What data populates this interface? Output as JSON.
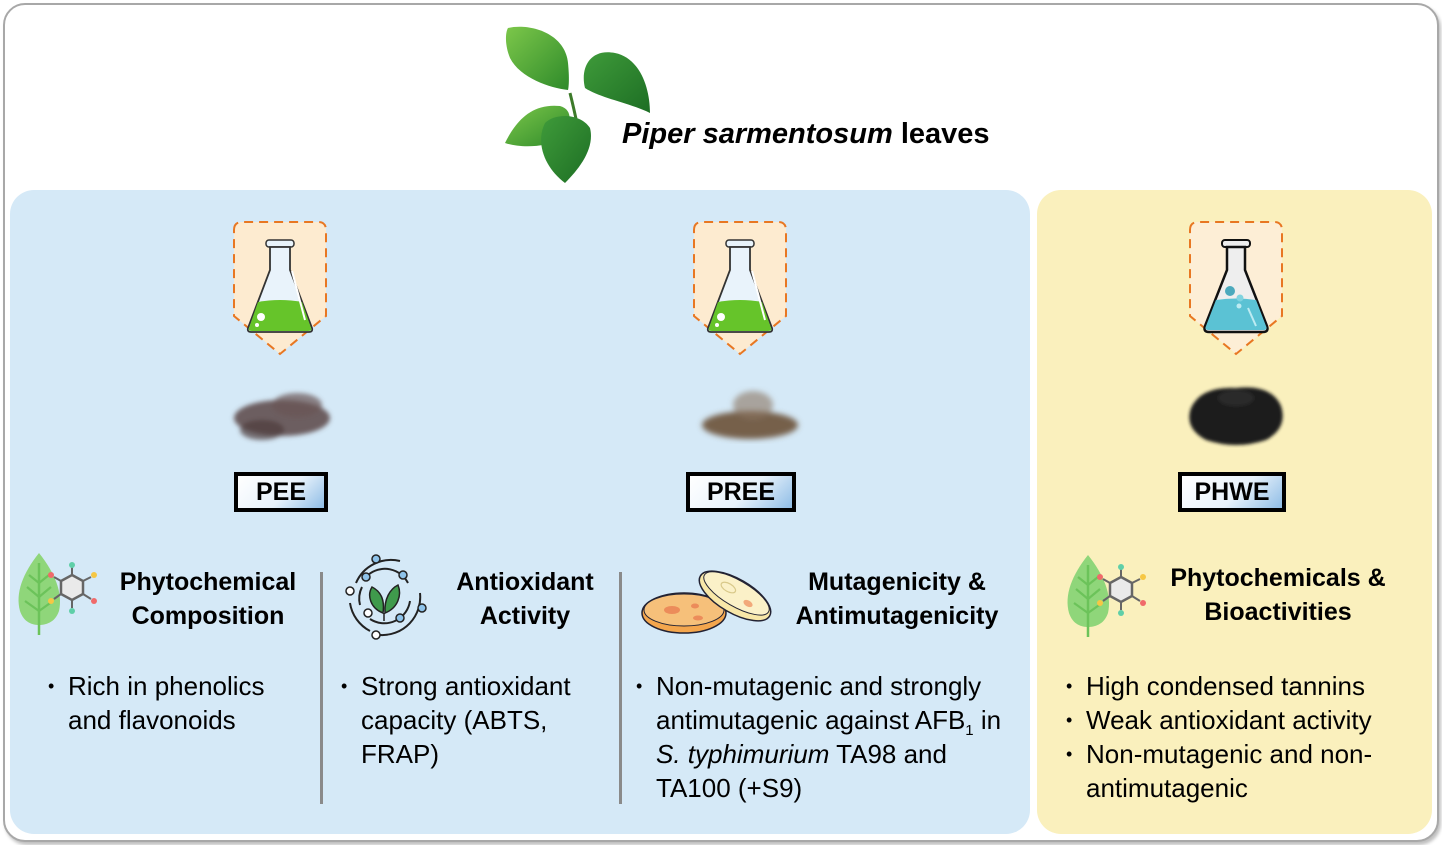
{
  "header": {
    "title_italic": "Piper sarmentosum",
    "title_rest": " leaves",
    "image": "piper-sarmentosum-leaves-photo"
  },
  "extracts": [
    {
      "label": "PEE",
      "liquid_color": "#66c42a",
      "powder_color": "#5a4646"
    },
    {
      "label": "PREE",
      "liquid_color": "#66c42a",
      "powder_color": "#6b5238"
    },
    {
      "label": "PHWE",
      "liquid_color": "#5bc2d4",
      "powder_color": "#1a1a1a"
    }
  ],
  "sections": {
    "phytochemical": {
      "title_line1": "Phytochemical",
      "title_line2": "Composition",
      "icon": "leaf-molecule-icon",
      "bullets": [
        "Rich in phenolics and flavonoids"
      ]
    },
    "antioxidant": {
      "title_line1": "Antioxidant",
      "title_line2": "Activity",
      "icon": "antioxidant-orbit-leaf-icon",
      "bullets": [
        "Strong antioxidant capacity (ABTS, FRAP)"
      ]
    },
    "mutagenicity": {
      "title_line1": "Mutagenicity &",
      "title_line2": "Antimutagenicity",
      "icon": "petri-dish-icon",
      "bullet_parts": {
        "line_a": "Non-mutagenic and strongly antimutagenic against AFB",
        "sub": "1",
        "line_b": " in ",
        "species": "S. typhimurium",
        "line_c": " TA98 and TA100 (+S9)"
      }
    },
    "phwe": {
      "title_line1": "Phytochemicals &",
      "title_line2": "Bioactivities",
      "icon": "leaf-molecule-icon",
      "bullets": [
        "High condensed tannins",
        "Weak antioxidant activity",
        "Non-mutagenic and non-antimutagenic"
      ]
    }
  },
  "colors": {
    "blue_panel": "#d5e9f7",
    "yellow_panel": "#faf0bd",
    "badge_border": "#e87722",
    "badge_fill": "#fdebd0"
  }
}
